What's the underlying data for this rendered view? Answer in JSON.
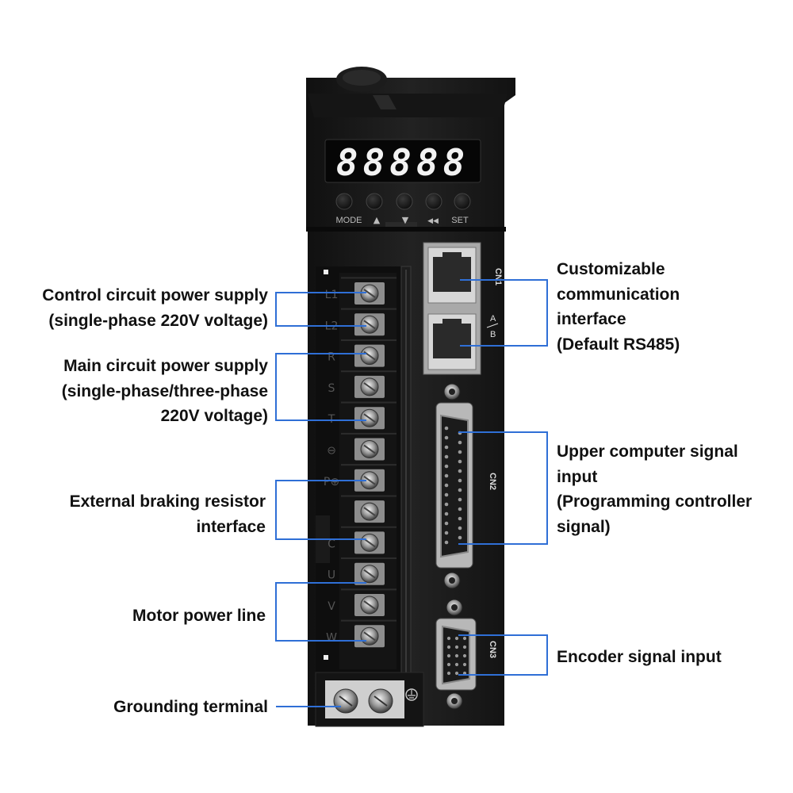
{
  "display": {
    "digits": "88888"
  },
  "buttons": [
    {
      "label": "MODE"
    },
    {
      "label": "▲"
    },
    {
      "label": "▼"
    },
    {
      "label": "◀◀"
    },
    {
      "label": "SET"
    }
  ],
  "terminals": [
    "L1",
    "L2",
    "R",
    "S",
    "T",
    "⊖",
    "P⊕",
    "",
    "C",
    "U",
    "V",
    "W"
  ],
  "ports": {
    "cn1": "CN1",
    "cn1_ab_a": "A",
    "cn1_ab_b": "B",
    "cn2": "CN2",
    "cn3": "CN3"
  },
  "callouts": {
    "control_power": [
      "Control circuit power supply",
      "(single-phase 220V voltage)"
    ],
    "main_power": [
      "Main circuit power supply",
      "(single-phase/three-phase",
      "220V voltage)"
    ],
    "braking_resistor": [
      "External braking resistor",
      "interface"
    ],
    "motor_power": [
      "Motor power line"
    ],
    "grounding": [
      "Grounding terminal"
    ],
    "communication": [
      "Customizable",
      "communication",
      "interface",
      "(Default RS485)"
    ],
    "upper_computer": [
      "Upper computer signal",
      "input",
      "(Programming controller",
      "signal)"
    ],
    "encoder": [
      "Encoder signal input"
    ]
  },
  "colors": {
    "leader_line": "#2f6fd6",
    "housing": "#1a1a1a",
    "display_digits": "#f2f2f2"
  }
}
